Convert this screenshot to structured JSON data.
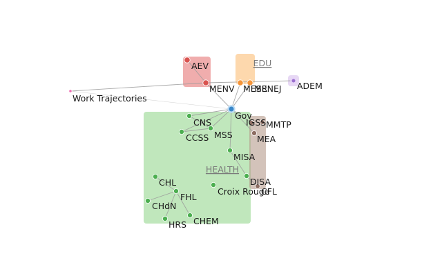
{
  "colors": {
    "aev_group": "#e36a6a",
    "edu_group": "#fbb86a",
    "health_group": "#7ccc74",
    "mmtp_group": "#b49888",
    "adem_group": "#c9a8e6",
    "edge": "#9a9a9a",
    "node_green": "#4caf50",
    "node_orange": "#f5953a",
    "node_red": "#d9534f",
    "node_blue": "#3a87c9",
    "node_purple": "#9b6fcf",
    "node_pink": "#ee6fb3",
    "node_brown": "#8d6e63"
  },
  "graph": {
    "groups": [
      {
        "id": "aev",
        "label": ""
      },
      {
        "id": "edu",
        "label": "EDU"
      },
      {
        "id": "adem",
        "label": ""
      },
      {
        "id": "health",
        "label": "HEALTH"
      },
      {
        "id": "mmtp",
        "label": ""
      }
    ],
    "nodes": [
      {
        "id": "aev",
        "label": "AEV",
        "color": "node_red"
      },
      {
        "id": "menv_dot",
        "label": "",
        "color": "node_red"
      },
      {
        "id": "menv",
        "label": "MENV",
        "color": "node_red"
      },
      {
        "id": "mesr",
        "label": "MESR",
        "color": "node_orange"
      },
      {
        "id": "menej",
        "label": "MENEJ",
        "color": "node_orange"
      },
      {
        "id": "adem",
        "label": "ADEM",
        "color": "node_purple"
      },
      {
        "id": "work",
        "label": "Work Trajectories",
        "color": "node_pink"
      },
      {
        "id": "gov",
        "label": "Gov",
        "color": "node_blue"
      },
      {
        "id": "igss",
        "label": "IGSS",
        "color": "node_brown"
      },
      {
        "id": "mmtp",
        "label": "MMTP",
        "color": "node_brown"
      },
      {
        "id": "mea",
        "label": "MEA",
        "color": "node_brown"
      },
      {
        "id": "cns",
        "label": "CNS",
        "color": "node_green"
      },
      {
        "id": "ccss",
        "label": "CCSS",
        "color": "node_green"
      },
      {
        "id": "mss",
        "label": "MSS",
        "color": "node_green"
      },
      {
        "id": "misa",
        "label": "MISA",
        "color": "node_green"
      },
      {
        "id": "disa",
        "label": "DISA",
        "color": "node_green"
      },
      {
        "id": "cfl",
        "label": "CFL",
        "color": "node_brown"
      },
      {
        "id": "croix",
        "label": "Croix Rouge",
        "color": "node_green"
      },
      {
        "id": "chl",
        "label": "CHL",
        "color": "node_green"
      },
      {
        "id": "fhl",
        "label": "FHL",
        "color": "node_green"
      },
      {
        "id": "chdn",
        "label": "CHdN",
        "color": "node_green"
      },
      {
        "id": "hrs",
        "label": "HRS",
        "color": "node_green"
      },
      {
        "id": "chem",
        "label": "CHEM",
        "color": "node_green"
      }
    ],
    "edges": [
      [
        "work",
        "gov"
      ],
      [
        "work",
        "menv_dot"
      ],
      [
        "aev",
        "menv_dot"
      ],
      [
        "menv_dot",
        "adem"
      ],
      [
        "gov",
        "menv_dot"
      ],
      [
        "gov",
        "mesr"
      ],
      [
        "gov",
        "menej"
      ],
      [
        "gov",
        "cns"
      ],
      [
        "gov",
        "mss"
      ],
      [
        "gov",
        "ccss"
      ],
      [
        "gov",
        "misa"
      ],
      [
        "gov",
        "igss"
      ],
      [
        "gov",
        "mea"
      ],
      [
        "mss",
        "cns"
      ],
      [
        "mss",
        "ccss"
      ],
      [
        "misa",
        "disa"
      ],
      [
        "disa",
        "cfl"
      ],
      [
        "chl",
        "fhl"
      ],
      [
        "fhl",
        "chdn"
      ],
      [
        "fhl",
        "hrs"
      ],
      [
        "fhl",
        "chem"
      ]
    ]
  }
}
